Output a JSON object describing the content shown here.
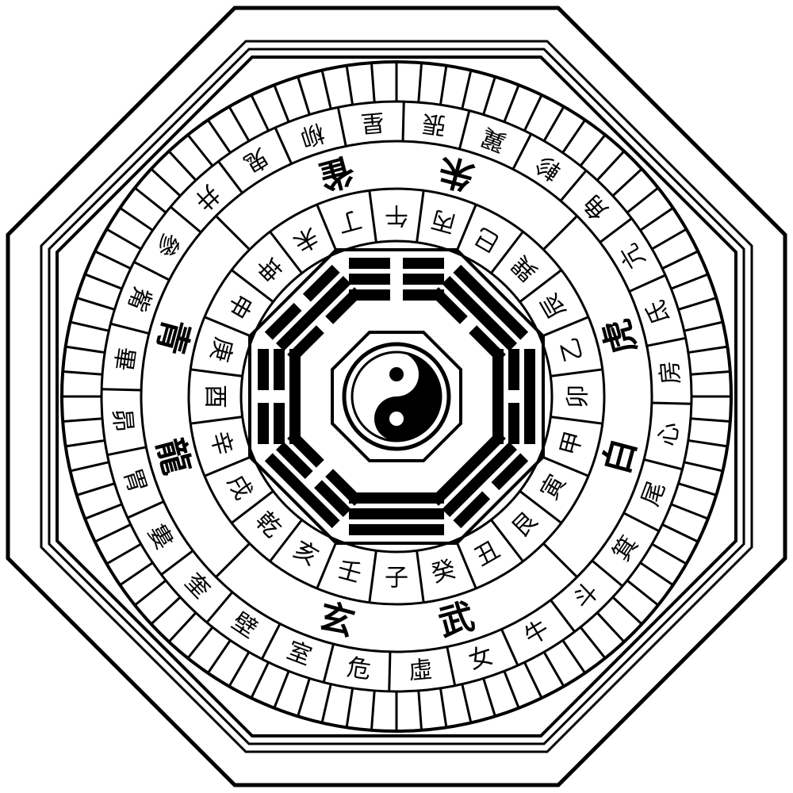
{
  "colors": {
    "ink": "#000000",
    "paper": "#ffffff"
  },
  "center": {
    "symbol": "yin-yang"
  },
  "trigrams": [
    {
      "name": "qian",
      "symbol": "☰",
      "lines": [
        1,
        1,
        1
      ]
    },
    {
      "name": "dui",
      "symbol": "☱",
      "lines": [
        1,
        1,
        0
      ]
    },
    {
      "name": "li",
      "symbol": "☲",
      "lines": [
        1,
        0,
        1
      ]
    },
    {
      "name": "zhen",
      "symbol": "☳",
      "lines": [
        1,
        0,
        0
      ]
    },
    {
      "name": "xun",
      "symbol": "☴",
      "lines": [
        0,
        1,
        1
      ]
    },
    {
      "name": "kan",
      "symbol": "☵",
      "lines": [
        0,
        1,
        0
      ]
    },
    {
      "name": "gen",
      "symbol": "☶",
      "lines": [
        0,
        0,
        1
      ]
    },
    {
      "name": "kun",
      "symbol": "☷",
      "lines": [
        0,
        0,
        0
      ]
    }
  ],
  "directions": [
    "子",
    "癸",
    "丑",
    "艮",
    "寅",
    "甲",
    "卯",
    "乙",
    "辰",
    "巽",
    "巳",
    "丙",
    "午",
    "丁",
    "未",
    "坤",
    "申",
    "庚",
    "酉",
    "辛",
    "戌",
    "乾",
    "亥",
    "壬"
  ],
  "beasts": [
    {
      "name": "black-tortoise",
      "chars": [
        "玄",
        "武"
      ]
    },
    {
      "name": "azure-dragon",
      "chars": [
        "青",
        "龍"
      ]
    },
    {
      "name": "vermilion-bird",
      "chars": [
        "朱",
        "雀"
      ]
    },
    {
      "name": "white-tiger",
      "chars": [
        "白",
        "虎"
      ]
    }
  ],
  "mansions": [
    "虛",
    "女",
    "牛",
    "斗",
    "箕",
    "尾",
    "心",
    "房",
    "氐",
    "亢",
    "角",
    "軫",
    "翼",
    "張",
    "星",
    "柳",
    "鬼",
    "井",
    "參",
    "觜",
    "畢",
    "昴",
    "胃",
    "婁",
    "奎",
    "壁",
    "室",
    "危"
  ]
}
